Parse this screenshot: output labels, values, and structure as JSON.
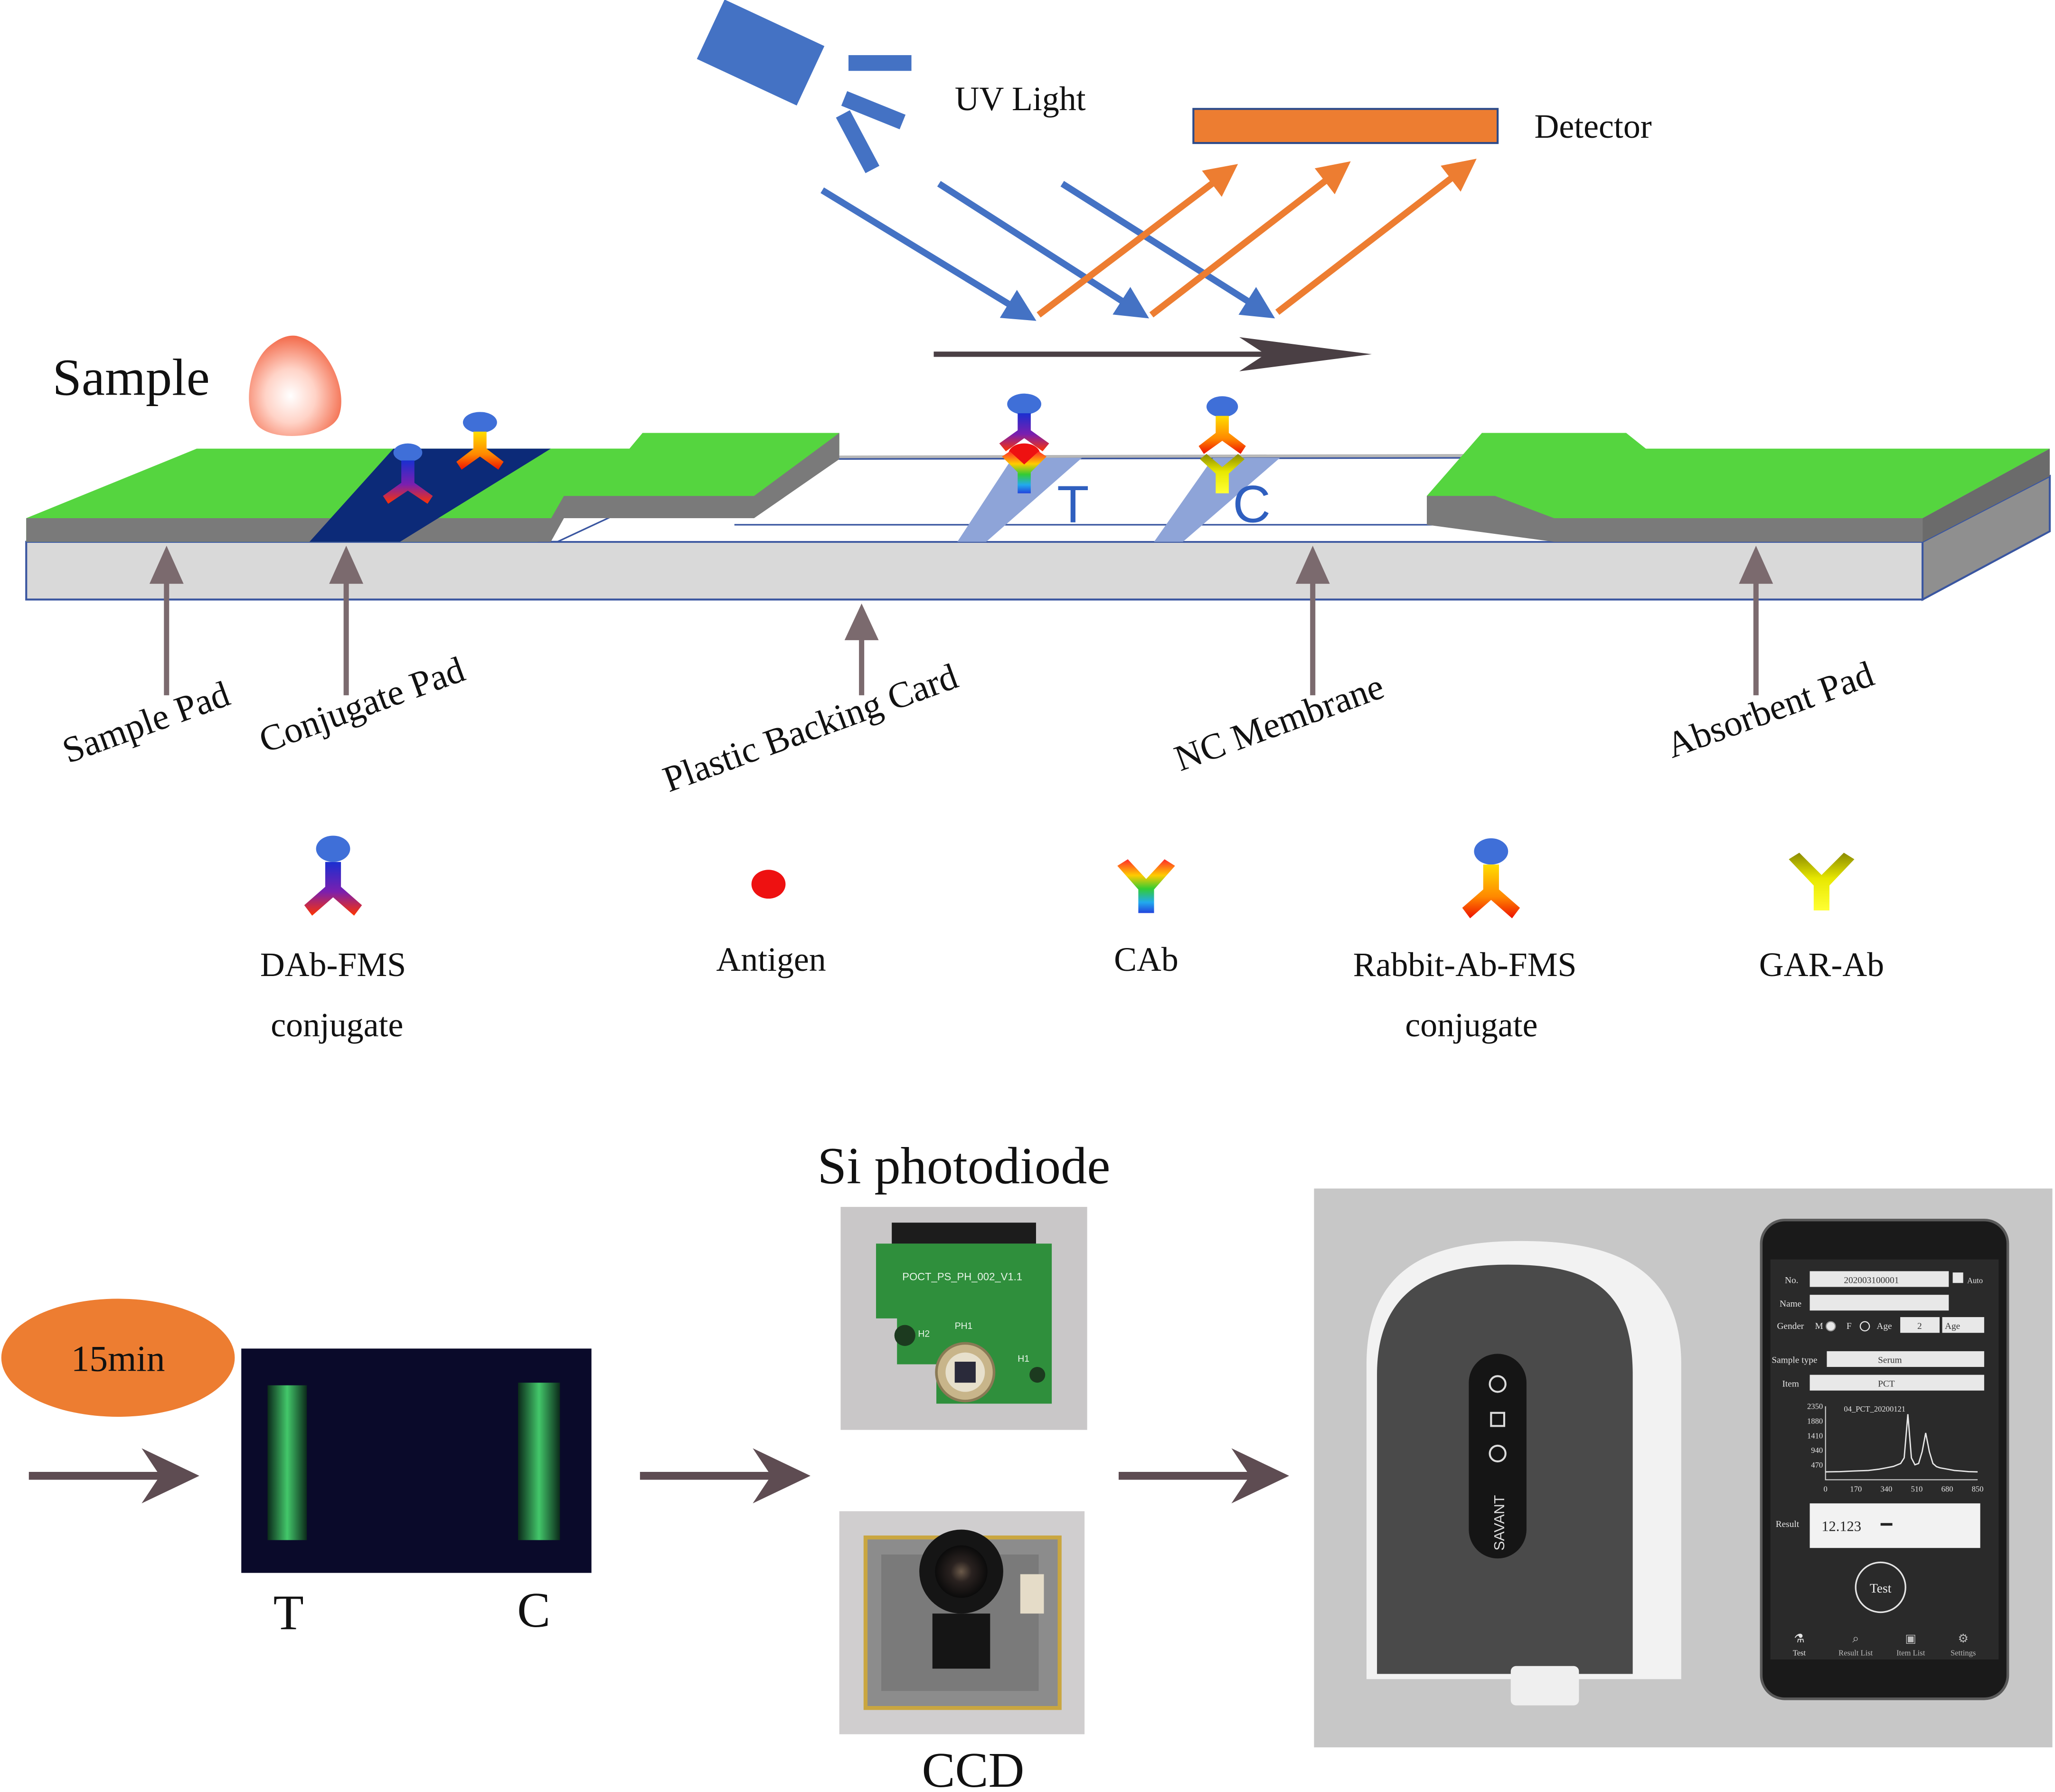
{
  "top": {
    "uv_label": "UV Light",
    "detector_label": "Detector",
    "sample_label": "Sample",
    "t_line": "T",
    "c_line": "C",
    "part_labels": {
      "sample_pad": "Sample Pad",
      "conjugate_pad": "Conjugate Pad",
      "backing_card": "Plastic Backing Card",
      "nc_membrane": "NC Membrane",
      "absorbent_pad": "Absorbent Pad"
    },
    "colors": {
      "pad_green": "#55d53f",
      "pad_side": "#7a7a7a",
      "card_face": "#d9d9d9",
      "conjugate_blue": "#0c2a78",
      "uv_blue": "#4472c4",
      "detector_orange": "#ed7d31",
      "arrow_gray": "#7b6a6e",
      "antigen_red": "#ee1111"
    }
  },
  "legend": [
    {
      "name": "DAb-FMS",
      "name2": "conjugate",
      "icon": "dab-fms-icon"
    },
    {
      "name": "Antigen",
      "name2": "",
      "icon": "antigen-icon"
    },
    {
      "name": "CAb",
      "name2": "",
      "icon": "cab-icon"
    },
    {
      "name": "Rabbit-Ab-FMS",
      "name2": "conjugate",
      "icon": "rabbit-ab-fms-icon"
    },
    {
      "name": "GAR-Ab",
      "name2": "",
      "icon": "gar-ab-icon"
    }
  ],
  "bottom": {
    "timer_label": "15min",
    "strip_t": "T",
    "strip_c": "C",
    "si_photodiode_label": "Si photodiode",
    "ccd_label": "CCD",
    "pcb_text": "POCT_PS_PH_002_V1.1",
    "pcb_ph1": "PH1",
    "pcb_h1": "H1",
    "pcb_h2": "H2",
    "device_brand": "SAVANT",
    "phone": {
      "no_label": "No.",
      "no_value": "202003100001",
      "auto_label": "Auto",
      "name_label": "Name",
      "gender_label": "Gender",
      "gender_m": "M",
      "gender_f": "F",
      "age_label": "Age",
      "age_value": "2",
      "age_unit": "Age",
      "sample_type_label": "Sample type",
      "sample_type_value": "Serum",
      "item_label": "Item",
      "item_value": "PCT",
      "chart_title": "04_PCT_20200121",
      "result_label": "Result",
      "result_value": "12.123",
      "test_button": "Test",
      "tabs": [
        "Test",
        "Result List",
        "Item List",
        "Settings"
      ]
    }
  },
  "chart_data": {
    "type": "line",
    "title": "04_PCT_20200121",
    "xlabel": "",
    "ylabel": "",
    "x_ticks": [
      0,
      170,
      340,
      510,
      680,
      850
    ],
    "y_ticks": [
      470,
      940,
      1410,
      1880,
      2350
    ],
    "xlim": [
      0,
      850
    ],
    "ylim": [
      0,
      2350
    ],
    "series": [
      {
        "x": [
          0,
          80,
          160,
          240,
          300,
          340,
          380,
          420,
          440,
          460,
          480,
          500,
          520,
          540,
          560,
          580,
          600,
          620,
          640,
          680,
          720,
          760,
          800,
          850
        ],
        "values": [
          250,
          260,
          280,
          300,
          340,
          380,
          430,
          520,
          700,
          2100,
          700,
          480,
          520,
          900,
          1500,
          900,
          520,
          420,
          380,
          340,
          300,
          280,
          260,
          250
        ]
      }
    ]
  }
}
